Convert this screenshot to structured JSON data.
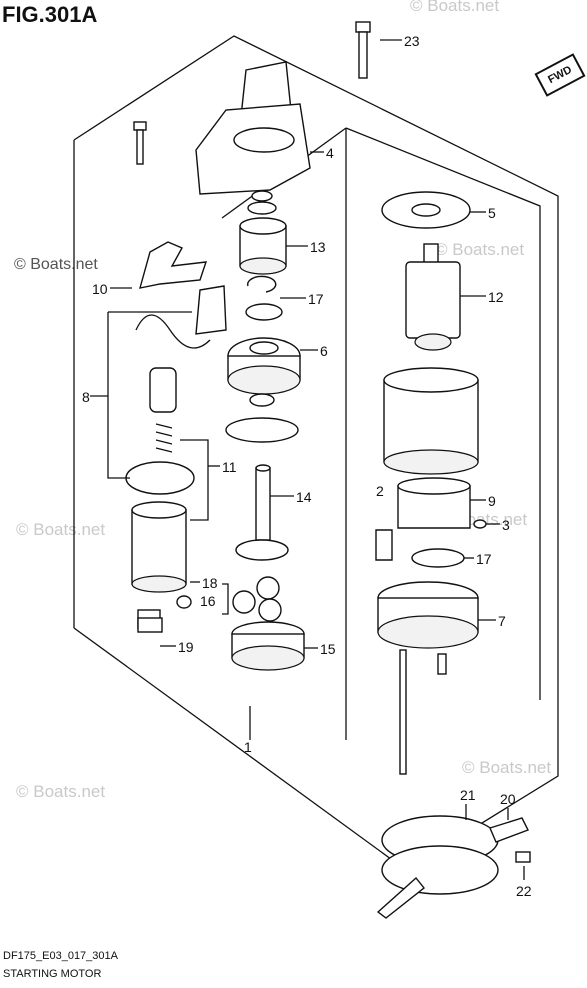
{
  "figure": {
    "title": "FIG.301A",
    "code": "DF175_E03_017_301A",
    "caption": "STARTING MOTOR",
    "direction_badge": "FWD",
    "watermark": "© Boats.net"
  },
  "callouts": {
    "p1": "1",
    "p2": "2",
    "p3": "3",
    "p4": "4",
    "p5": "5",
    "p6": "6",
    "p7": "7",
    "p8": "8",
    "p9": "9",
    "p10": "10",
    "p11": "11",
    "p12": "12",
    "p13": "13",
    "p14": "14",
    "p15": "15",
    "p16": "16",
    "p17a": "17",
    "p17b": "17",
    "p18": "18",
    "p19": "19",
    "p20": "20",
    "p21": "21",
    "p22": "22",
    "p23": "23"
  }
}
